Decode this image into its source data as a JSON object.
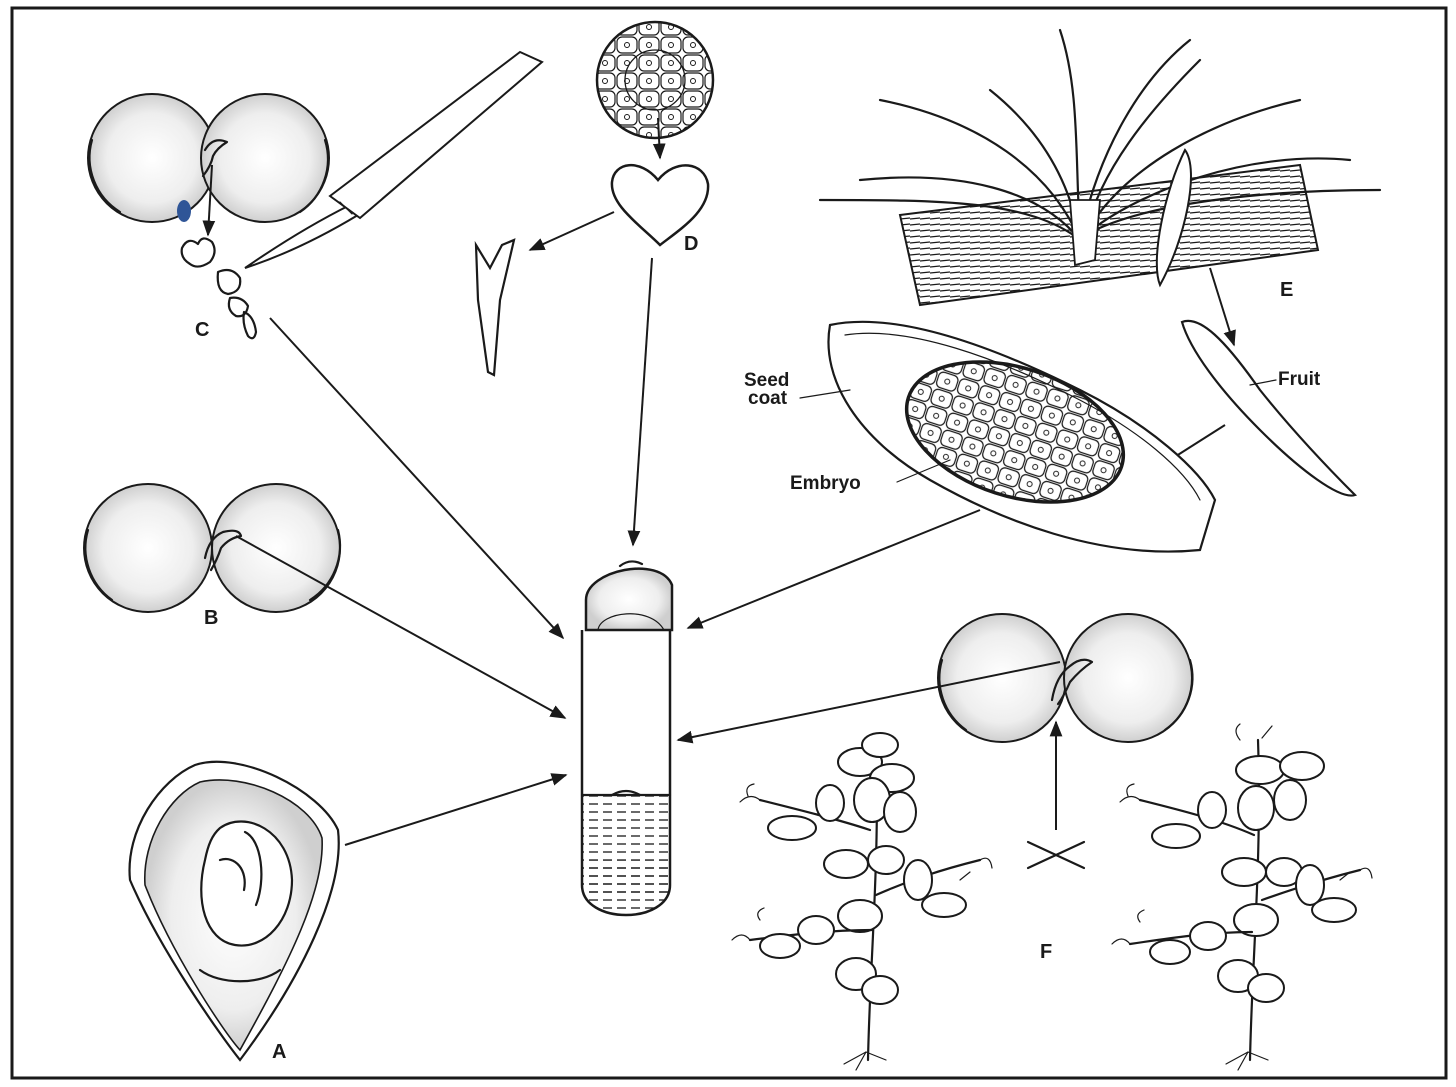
{
  "labels": {
    "a": "A",
    "b": "B",
    "c": "C",
    "d": "D",
    "e": "E",
    "f": "F",
    "seed_coat_line1": "Seed",
    "seed_coat_line2": "coat",
    "embryo": "Embryo",
    "fruit": "Fruit"
  },
  "colors": {
    "ink": "#1a1a1a",
    "paper": "#ffffff",
    "marker": "#2f5597"
  }
}
